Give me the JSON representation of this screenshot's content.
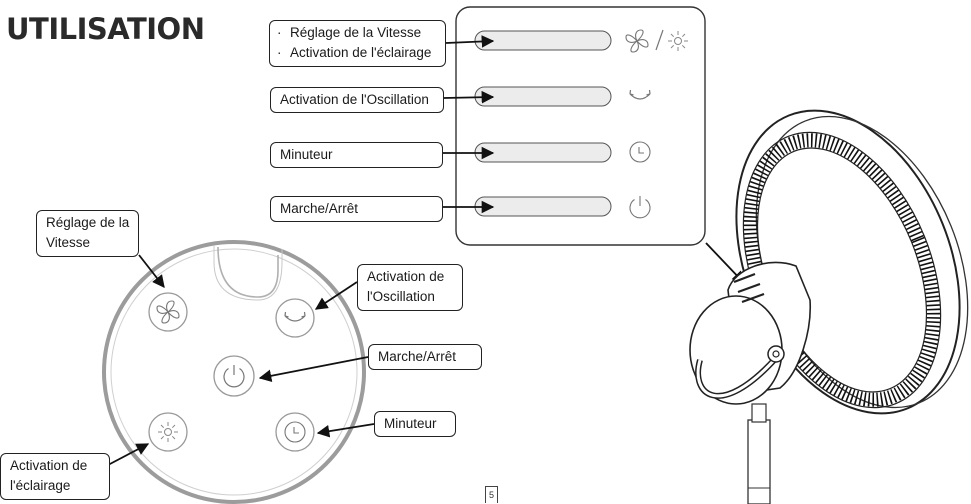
{
  "title": "UTILISATION",
  "panel_labels": {
    "speed_light": [
      "Réglage de la Vitesse",
      "Activation de l'éclairage"
    ],
    "oscillation": "Activation de l'Oscillation",
    "timer": "Minuteur",
    "power": "Marche/Arrêt"
  },
  "remote_labels": {
    "speed": [
      "Réglage de la",
      "Vitesse"
    ],
    "oscillation": [
      "Activation de",
      "l'Oscillation"
    ],
    "power": "Marche/Arrêt",
    "timer": "Minuteur",
    "light": [
      "Activation de",
      "l'éclairage"
    ]
  },
  "panel_icons": [
    "fan-icon",
    "sun-icon",
    "oscillation-icon",
    "clock-icon",
    "power-icon"
  ],
  "page_number": "5"
}
